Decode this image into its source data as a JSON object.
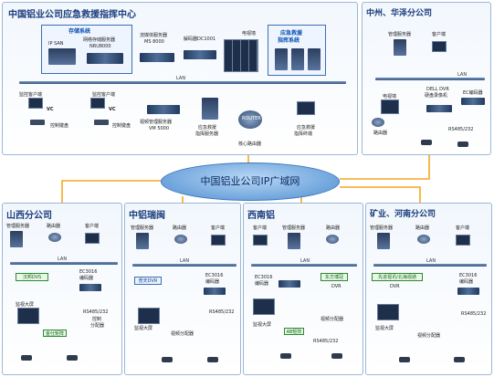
{
  "colors": {
    "title": "#1a3d7c",
    "wan_line": "#f5a623",
    "cloud": "#6ea4dc",
    "green_tag": "#2f8a2f"
  },
  "hq": {
    "title": "中国铝业公司应急救援指挥中心",
    "storage_title": "存储系统",
    "ipsan": "IP SAN",
    "nru": "网络存储服务器",
    "nru_model": "NRU8000",
    "media": "流媒体服务器",
    "media_model": "MS 8000",
    "decoder": "解码器DC1001",
    "tvwall": "电视墙",
    "emerg_title": "应急救援",
    "emerg_title2": "指挥系统",
    "lan": "LAN",
    "client_a": "监控客户端",
    "client_a_model": "VC",
    "client_b": "监控客户端",
    "client_b_model": "VC",
    "keyboard_a": "控制键盘",
    "keyboard_b": "控制键盘",
    "vms": "视频管理服务器",
    "vms_model": "VM 5000",
    "server1": "应急救援",
    "server1b": "指挥服务器",
    "router_label": "ROUTER",
    "core_router": "核心路由器",
    "terminal1": "应急救援",
    "terminal1b": "指挥终端"
  },
  "zhongzhou": {
    "title": "中州、华泽分公司",
    "mgmt": "管理服务器",
    "client": "客户端",
    "lan": "LAN",
    "dvr1": "DELL DVR",
    "dvr2": "硬盘录像机",
    "tvwall": "电视墙",
    "router": "路由器",
    "ec": "EC编码器",
    "rs": "RS485/232"
  },
  "wan": "中国铝业公司IP广域网",
  "shanxi": {
    "title": "山西分公司",
    "mgmt": "管理服务器",
    "router": "路由器",
    "client": "客户端",
    "lan": "LAN",
    "dvs": "汉邦DVS",
    "ec": "EC3016",
    "ec2": "编码器",
    "screen": "监视大屏",
    "rs": "RS485/232",
    "matrix": "金仕矩阵",
    "ctrl1": "控制",
    "ctrl2": "分配器"
  },
  "ruimin": {
    "title": "中铝瑞闽",
    "mgmt": "管理服务器",
    "router": "路由器",
    "client": "客户端",
    "lan": "LAN",
    "dvr": "普天DVR",
    "ec": "EC3016",
    "ec2": "编码器",
    "screen": "监视大屏",
    "vdist": "视频分配器",
    "rs": "RS485/232"
  },
  "southwest": {
    "title": "西南铝",
    "client": "客户端",
    "mgmt": "管理服务器",
    "router": "路由器",
    "lan": "LAN",
    "ec": "EC3016",
    "ec2": "编码器",
    "dvr1": "东方博冠",
    "dvr2": "DVR",
    "screen": "监视大屏",
    "matrix": "AB矩阵",
    "vdist": "视频分配器",
    "rs": "RS485/232"
  },
  "henan": {
    "title": "矿业、河南分公司",
    "mgmt": "管理服务器",
    "router": "路由器",
    "client": "客户端",
    "lan": "LAN",
    "dvr1": "先进视讯/北海视通",
    "dvr2": "DVR",
    "ec": "EC3016",
    "ec2": "编码器",
    "screen": "监视大屏",
    "rs": "RS485/232",
    "vdist": "视频分配器"
  }
}
